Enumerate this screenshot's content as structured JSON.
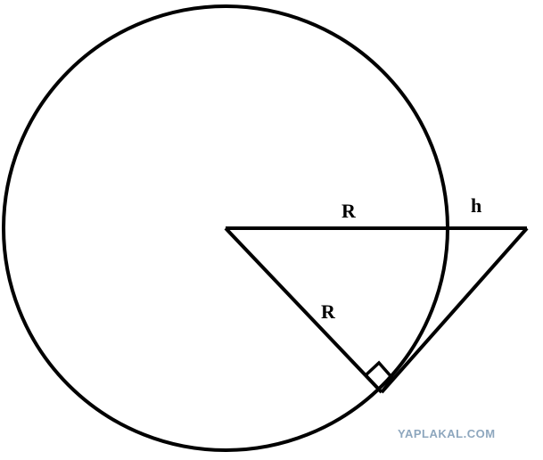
{
  "labels": {
    "radius_horizontal": "R",
    "height": "h",
    "radius_slanted": "R"
  },
  "watermark": "YAPLAKAL.COM",
  "colors": {
    "stroke": "#000000",
    "background": "#ffffff",
    "watermark": "#8ea7be"
  }
}
